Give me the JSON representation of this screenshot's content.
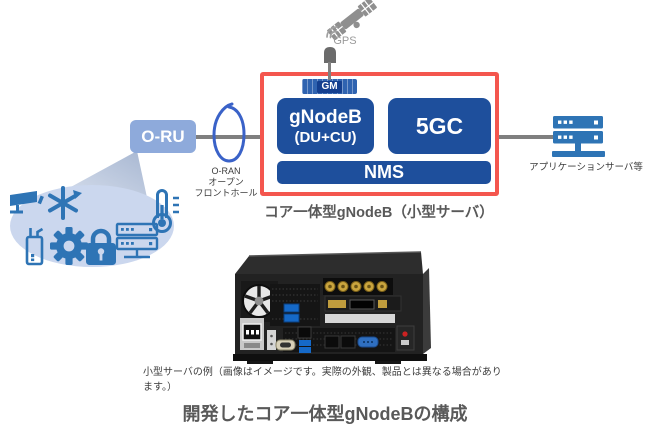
{
  "title": "開発したコア一体型gNodeBの構成",
  "gps": {
    "label": "GPS"
  },
  "core_unit": {
    "gm_label": "GM",
    "gnodeb_label": "gNodeB",
    "gnodeb_sub_label": "(DU+CU)",
    "fivegc_label": "5GC",
    "nms_label": "NMS",
    "caption": "コア一体型gNodeB（小型サーバ）"
  },
  "radio": {
    "oru_label": "O-RU",
    "fronthaul": [
      "O-RAN",
      "オープン",
      "フロントホール"
    ]
  },
  "app_server": {
    "label": "アプリケーションサーバ等"
  },
  "photo": {
    "caption": "小型サーバの例（画像はイメージです。実際の外観、製品とは異なる場合があります。）"
  },
  "icons": [
    "satellite-icon",
    "signal-waves-icon",
    "gps-antenna-icon",
    "coil-icon",
    "camera-icon",
    "asterisk-icon",
    "thermometer-icon",
    "router-icon",
    "gear-icon",
    "lock-icon",
    "rack-server-icon",
    "app-server-icon",
    "server-photo"
  ],
  "colors": {
    "box_blue": "#1e4f9c",
    "oru_blue": "#8eaadb",
    "icon_blue": "#2e74b5",
    "cluster_ellipse": "#cbd7ee",
    "red_border": "#f4564e",
    "line_gray": "#7f7f7f",
    "caption_gray": "#595959"
  }
}
